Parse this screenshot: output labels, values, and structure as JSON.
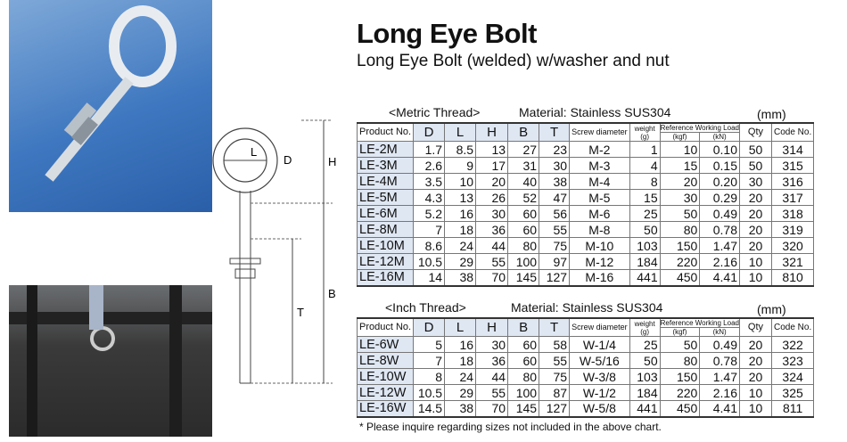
{
  "title": "Long Eye Bolt",
  "subtitle": "Long Eye Bolt (welded) w/washer and nut",
  "diagram_labels": {
    "L": "L",
    "D": "D",
    "H": "H",
    "B": "B",
    "T": "T"
  },
  "columns": {
    "product": "Product No.",
    "D": "D",
    "L": "L",
    "H": "H",
    "B": "B",
    "T": "T",
    "screw": "Screw diameter",
    "weight": "weight",
    "weight_unit": "(g)",
    "load": "Reference Working Load",
    "kgf": "(kgf)",
    "kn": "(kN)",
    "qty": "Qty",
    "code": "Code No."
  },
  "metric": {
    "caption": "<Metric Thread>",
    "material": "Material: Stainless SUS304",
    "unit": "(mm)",
    "rows": [
      [
        "LE-2M",
        "1.7",
        "8.5",
        "13",
        "27",
        "23",
        "M-2",
        "1",
        "10",
        "0.10",
        "50",
        "314"
      ],
      [
        "LE-3M",
        "2.6",
        "9",
        "17",
        "31",
        "30",
        "M-3",
        "4",
        "15",
        "0.15",
        "50",
        "315"
      ],
      [
        "LE-4M",
        "3.5",
        "10",
        "20",
        "40",
        "38",
        "M-4",
        "8",
        "20",
        "0.20",
        "30",
        "316"
      ],
      [
        "LE-5M",
        "4.3",
        "13",
        "26",
        "52",
        "47",
        "M-5",
        "15",
        "30",
        "0.29",
        "20",
        "317"
      ],
      [
        "LE-6M",
        "5.2",
        "16",
        "30",
        "60",
        "56",
        "M-6",
        "25",
        "50",
        "0.49",
        "20",
        "318"
      ],
      [
        "LE-8M",
        "7",
        "18",
        "36",
        "60",
        "55",
        "M-8",
        "50",
        "80",
        "0.78",
        "20",
        "319"
      ],
      [
        "LE-10M",
        "8.6",
        "24",
        "44",
        "80",
        "75",
        "M-10",
        "103",
        "150",
        "1.47",
        "20",
        "320"
      ],
      [
        "LE-12M",
        "10.5",
        "29",
        "55",
        "100",
        "97",
        "M-12",
        "184",
        "220",
        "2.16",
        "10",
        "321"
      ],
      [
        "LE-16M",
        "14",
        "38",
        "70",
        "145",
        "127",
        "M-16",
        "441",
        "450",
        "4.41",
        "10",
        "810"
      ]
    ]
  },
  "inch": {
    "caption": "<Inch Thread>",
    "material": "Material: Stainless SUS304",
    "unit": "(mm)",
    "rows": [
      [
        "LE-6W",
        "5",
        "16",
        "30",
        "60",
        "58",
        "W-1/4",
        "25",
        "50",
        "0.49",
        "20",
        "322"
      ],
      [
        "LE-8W",
        "7",
        "18",
        "36",
        "60",
        "55",
        "W-5/16",
        "50",
        "80",
        "0.78",
        "20",
        "323"
      ],
      [
        "LE-10W",
        "8",
        "24",
        "44",
        "80",
        "75",
        "W-3/8",
        "103",
        "150",
        "1.47",
        "20",
        "324"
      ],
      [
        "LE-12W",
        "10.5",
        "29",
        "55",
        "100",
        "87",
        "W-1/2",
        "184",
        "220",
        "2.16",
        "10",
        "325"
      ],
      [
        "LE-16W",
        "14.5",
        "38",
        "70",
        "145",
        "127",
        "W-5/8",
        "441",
        "450",
        "4.41",
        "10",
        "811"
      ]
    ]
  },
  "note": "* Please inquire regarding sizes not included in the above chart."
}
